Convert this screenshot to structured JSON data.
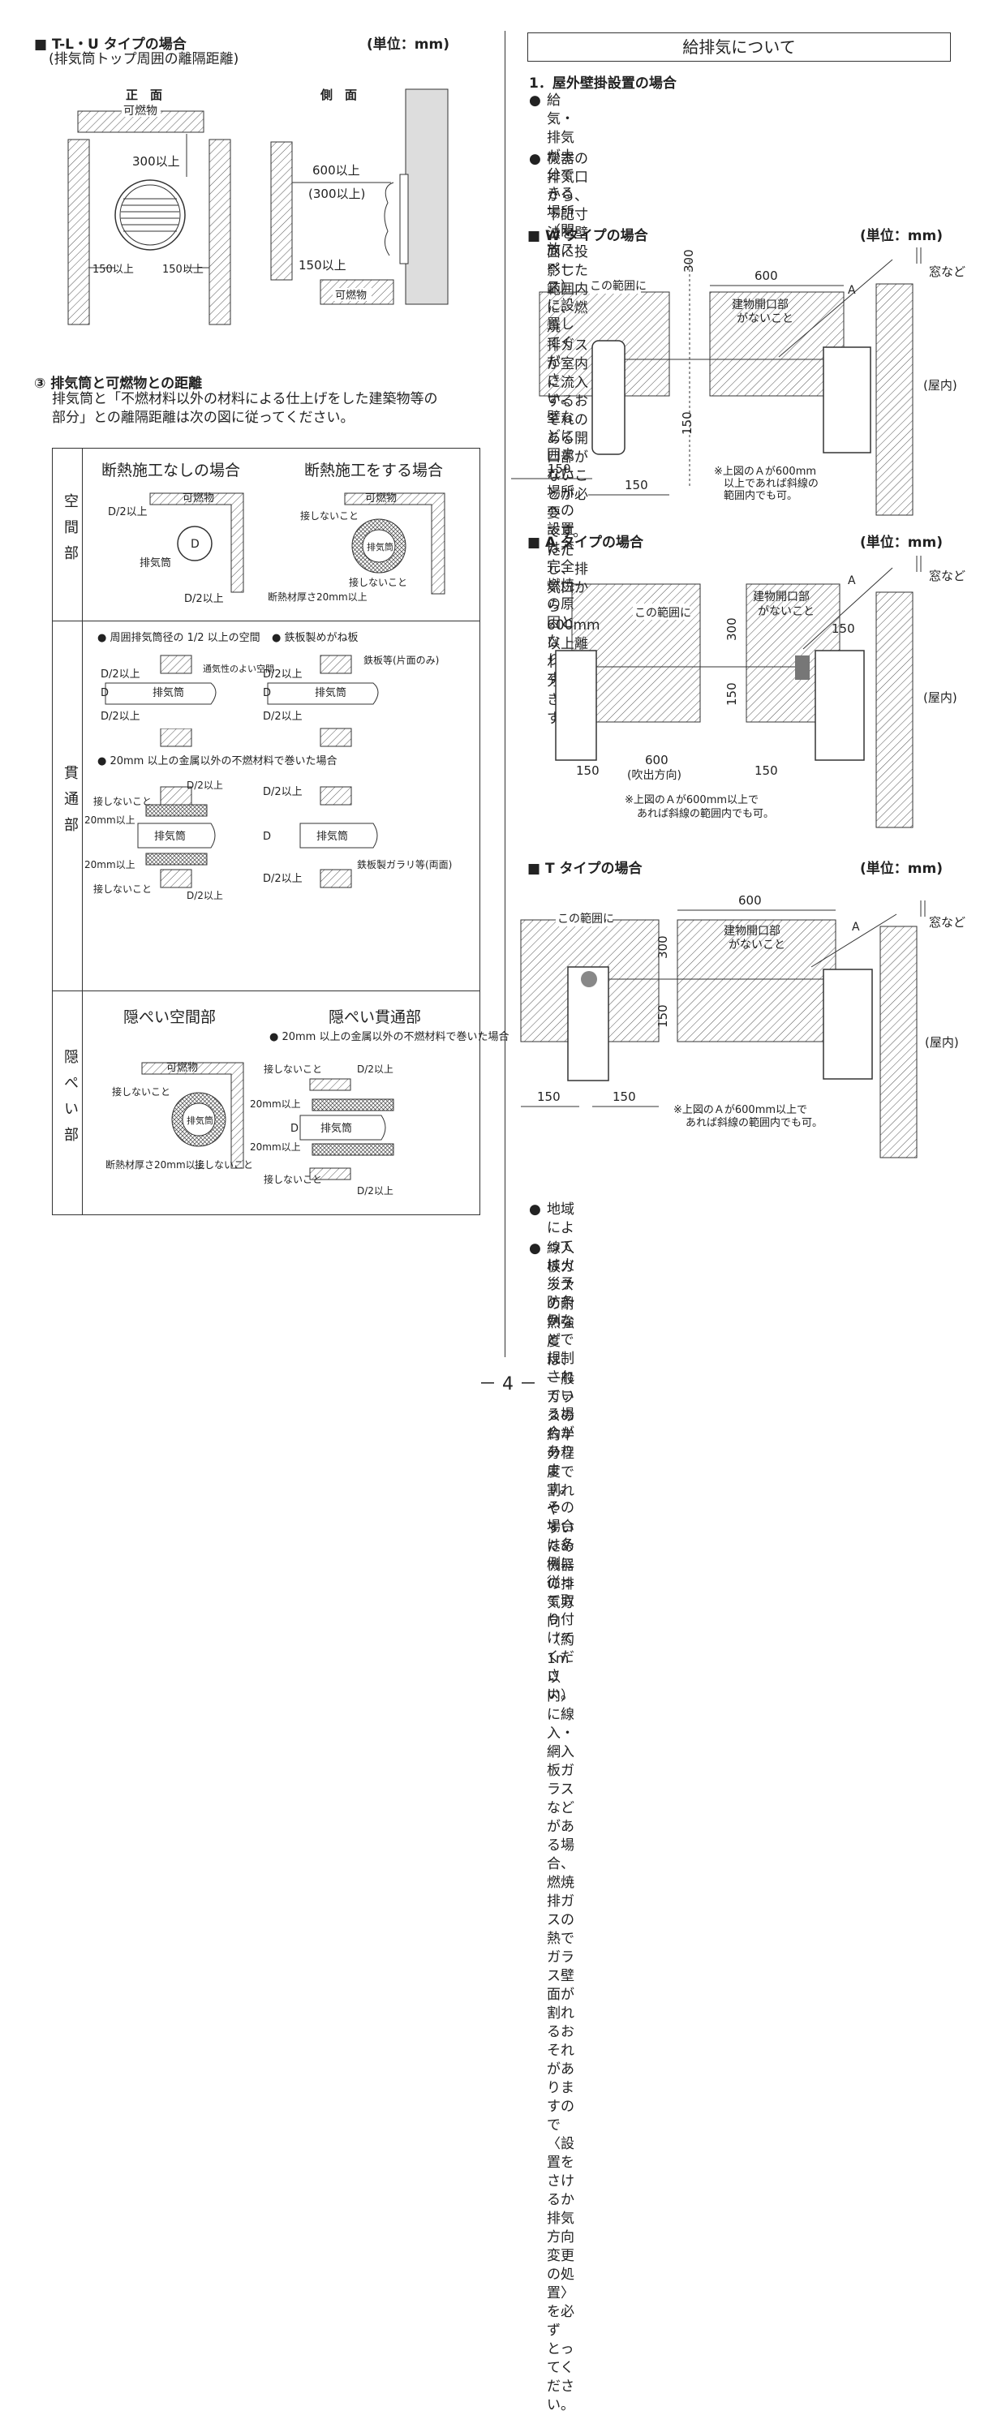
{
  "left": {
    "tl_u": {
      "heading": "■ T-L・U タイプの場合",
      "unit": "(単位：mm)",
      "subtitle": "(排気筒トップ周囲の離隔距離)",
      "front_label": "正　面",
      "side_label": "側　面",
      "kanen": "可燃物",
      "kanen_v": "可燃物",
      "d300": "300以上",
      "d150a": "150以上",
      "d150b": "150以上",
      "d600": "600以上",
      "d300p": "(300以上)",
      "d150c": "150以上"
    },
    "distance": {
      "heading": "③ 排気筒と可燃物との距離",
      "desc1": "排気筒と「不燃材料以外の材料による仕上げをした建築物等の",
      "desc2": "部分」との離隔距離は次の図に従ってください。"
    },
    "table": {
      "row1_label": "空間部",
      "row2_label": "貫通部",
      "row3_label": "隠ぺい部",
      "r1_left_title": "断熱施工なしの場合",
      "r1_right_title": "断熱施工をする場合",
      "kanen": "可燃物",
      "d2": "D/2以上",
      "d": "D",
      "haikitou": "排気筒",
      "sesshinai": "接しないこと",
      "dannetsu": "断熱材厚さ20mm以上",
      "r2_note1": "● 周囲排気筒径の 1/2 以上の空間",
      "r2_note2": "● 鉄板製めがね板",
      "tsuuki": "通気性のよい空間",
      "teppan": "鉄板等(片面のみ)",
      "r2_note3": "● 20mm 以上の金属以外の不燃材料で巻いた場合",
      "mm20": "20mm以上",
      "garari": "鉄板製ガラリ等(両面)",
      "r3_left_title": "隠ぺい空間部",
      "r3_right_title": "隠ぺい貫通部",
      "r3_note": "● 20mm 以上の金属以外の不燃材料で巻いた場合"
    }
  },
  "right": {
    "title": "給排気について",
    "section1": "1．屋外壁掛設置の場合",
    "bullets_top": [
      [
        "給気・排気が十分できる場所（開放スペース）に設置してくだ",
        "さい。壁などに囲まれた場所への設置は不完全燃焼の原因とな",
        "ります。"
      ],
      [
        "機器の排気口から、下記寸法を壁面に投影した範囲内に、燃焼",
        "排ガスが室内に流入するおそれのある開口部がないことが必要",
        "です。ただし、排気口から 600mm 以上離れた部分は除きます。"
      ]
    ],
    "w": {
      "heading": "■ W タイプの場合",
      "unit": "(単位：mm)"
    },
    "a": {
      "heading": "■ A タイプの場合",
      "unit": "(単位：mm)"
    },
    "t": {
      "heading": "■ T タイプの場合",
      "unit": "(単位：mm)"
    },
    "diagram": {
      "kono": "この範囲に",
      "tatemono1": "建物開口部",
      "tatemono2": "がないこと",
      "mado": "窓など",
      "okunai": "(屋内)",
      "a_label": "A",
      "n600": "600",
      "n300": "300",
      "n150": "150",
      "fukidashi": "(吹出方向)",
      "note_w": [
        "※上図のＡが600mm",
        "以上であれば斜線の",
        "範囲内でも可。"
      ],
      "note_a": [
        "※上図のＡが600mm以上で",
        "あれば斜線の範囲内でも可。"
      ],
      "note_t": [
        "※上図のＡが600mm以上で",
        "あれば斜線の範囲内でも可。"
      ]
    },
    "bullets_bottom": [
      [
        "地域によっては火災予防条例などで規制されている場合があり",
        "ます。その場合は条例に従って取り付けてください。"
      ],
      [
        "線入板ガラスの耐熱強度は、一般ガラスの約半分程度で割れや",
        "すいため機器の排気方向（約 1m 以内）に線入・網入板ガラス",
        "などがある場合、燃焼排ガスの熱でガラス壁面が割れるおそれ",
        "がありますので〈設置をさけるか排気方向変更の処置〉を必ず",
        "とってください。"
      ]
    ]
  },
  "page_number": "－ 4 －",
  "colors": {
    "ink": "#222222",
    "hatch": "#555555"
  }
}
